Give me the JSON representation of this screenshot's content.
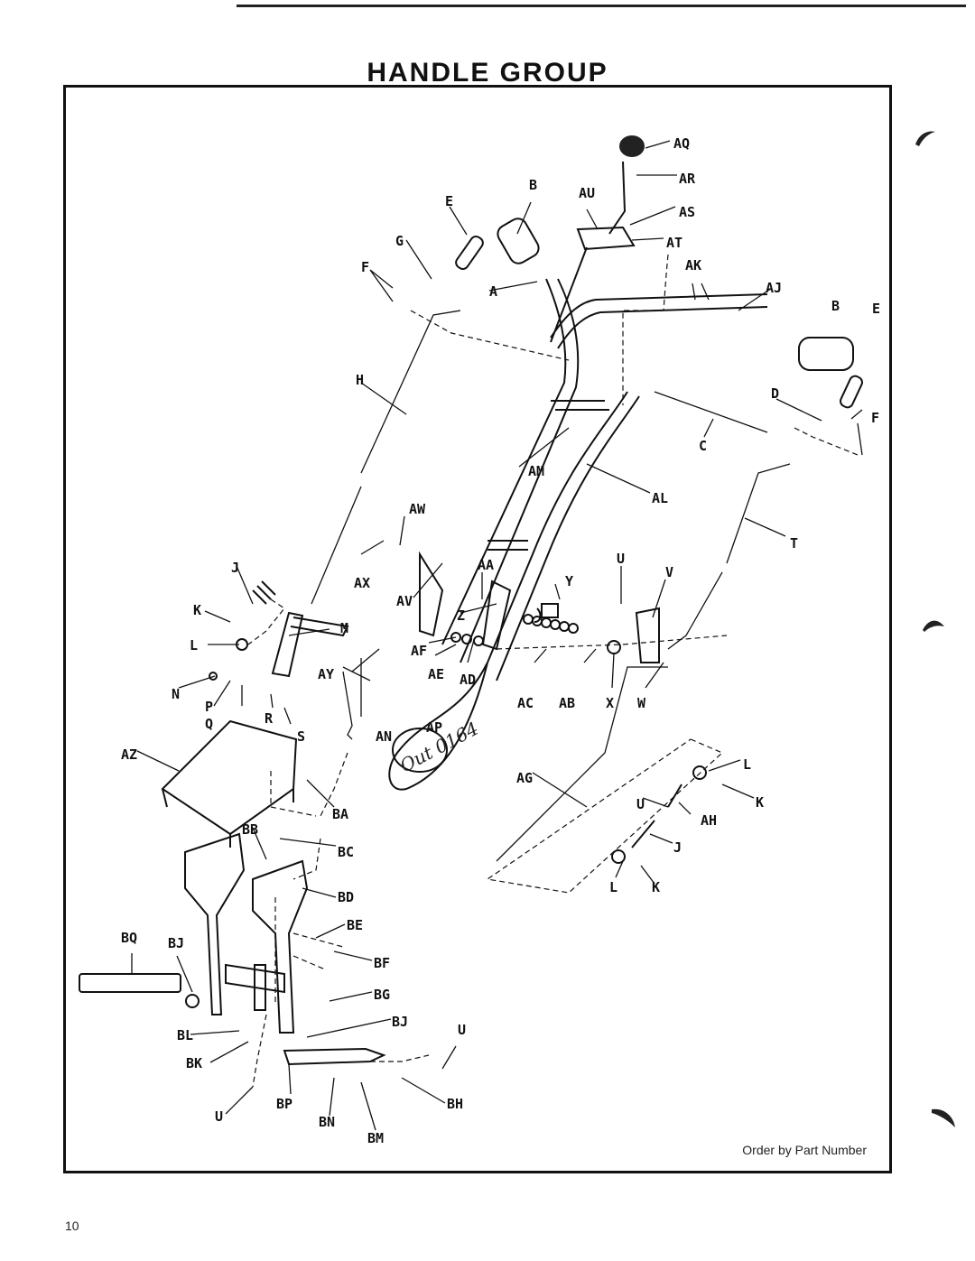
{
  "page": {
    "title": "HANDLE GROUP",
    "footer_note": "Order by Part Number",
    "page_number": "10",
    "handwritten_note": "Out 0164"
  },
  "labels": {
    "AQ": "AQ",
    "AR": "AR",
    "AS": "AS",
    "AT": "AT",
    "AU": "AU",
    "AK": "AK",
    "AJ": "AJ",
    "B1": "B",
    "B2": "B",
    "E1": "E",
    "E2": "E",
    "G": "G",
    "F1": "F",
    "F2": "F",
    "A": "A",
    "D": "D",
    "C": "C",
    "H": "H",
    "AM": "AM",
    "AL": "AL",
    "T": "T",
    "AW": "AW",
    "AX": "AX",
    "AA": "AA",
    "AV": "AV",
    "Y": "Y",
    "Z": "Z",
    "U1": "U",
    "V": "V",
    "J1": "J",
    "K1": "K",
    "M": "M",
    "L1": "L",
    "AF": "AF",
    "AE": "AE",
    "AD": "AD",
    "AC": "AC",
    "AB": "AB",
    "X": "X",
    "W": "W",
    "N": "N",
    "AY": "AY",
    "P": "P",
    "Q": "Q",
    "R": "R",
    "S": "S",
    "AN": "AN",
    "AP": "AP",
    "AZ": "AZ",
    "AG": "AG",
    "L2": "L",
    "K2": "K",
    "U2": "U",
    "AH": "AH",
    "J2": "J",
    "L3": "L",
    "K3": "K",
    "BA": "BA",
    "BB": "BB",
    "BC": "BC",
    "BD": "BD",
    "BE": "BE",
    "BF": "BF",
    "BG": "BG",
    "BQ": "BQ",
    "BJ1": "BJ",
    "BJ2": "BJ",
    "BL": "BL",
    "BK": "BK",
    "U3": "U",
    "U4": "U",
    "BP": "BP",
    "BN": "BN",
    "BH": "BH",
    "BM": "BM"
  }
}
